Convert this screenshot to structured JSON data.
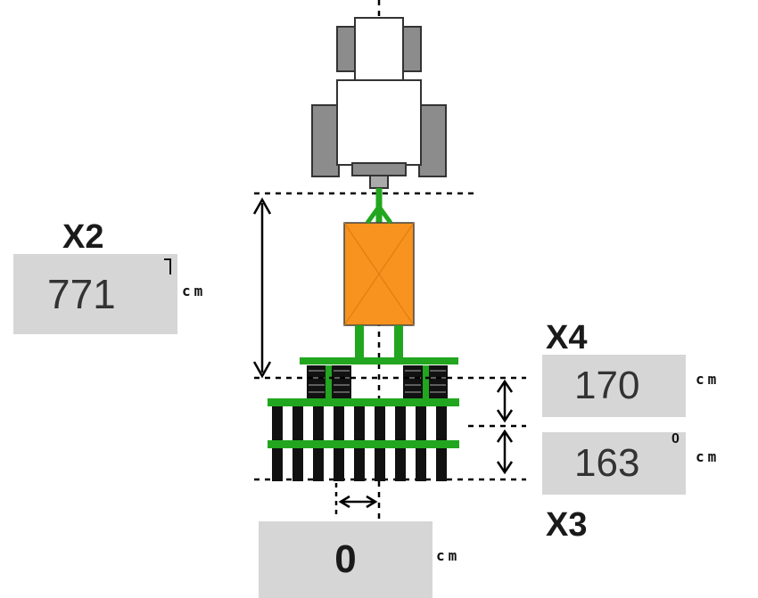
{
  "fields": {
    "x2": {
      "label": "X2",
      "value": "771",
      "unit": "cm"
    },
    "x4": {
      "label": "X4",
      "value": "170",
      "unit": "cm"
    },
    "x3": {
      "label": "X3",
      "value": "163",
      "unit": "cm",
      "marker": "0"
    },
    "offset": {
      "value": "0",
      "unit": "cm"
    }
  },
  "colors": {
    "field_bg": "#d6d6d6",
    "frame_green": "#22a61f",
    "hopper_orange": "#f7931e",
    "tyre_grey": "#8c8c8c"
  }
}
